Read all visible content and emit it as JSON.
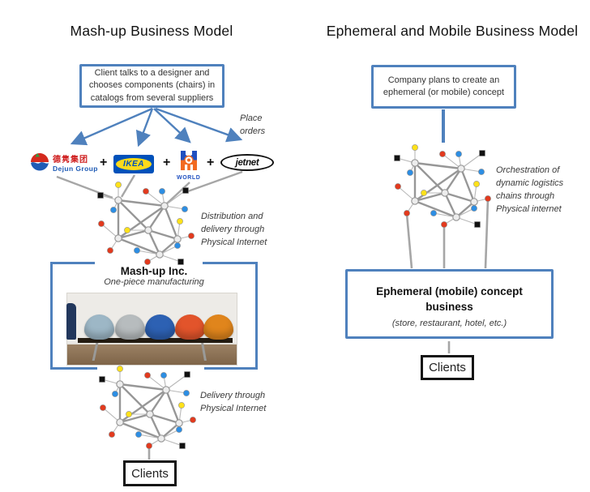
{
  "diagram": {
    "left": {
      "title": "Mash-up Business Model",
      "client_box_text": "Client talks to a designer and chooses components (chairs) in catalogs from several suppliers",
      "place_orders_label": "Place orders",
      "plus_sign": "+",
      "suppliers": {
        "dejun": {
          "chinese_name": "德隽集团",
          "english_name": "Dejun Group"
        },
        "ikea": {
          "name": "IKEA"
        },
        "world": {
          "name": "WORLD"
        },
        "jetnet": {
          "name": "jetnet"
        }
      },
      "distribution_note": "Distribution and delivery through Physical Internet",
      "mashup_inc": {
        "title": "Mash-up Inc.",
        "subtitle": "One-piece manufacturing"
      },
      "delivery_note": "Delivery through Physical Internet",
      "clients_label": "Clients"
    },
    "right": {
      "title": "Ephemeral and Mobile Business Model",
      "company_box_text": "Company plans to create an ephemeral (or mobile) concept",
      "orchestration_note": "Orchestration of dynamic logistics chains through Physical internet",
      "ephemeral_box": {
        "title": "Ephemeral (mobile) concept business",
        "subtitle": "(store, restaurant, hotel, etc.)"
      },
      "clients_label": "Clients"
    },
    "colors": {
      "accent_blue": "#4f81bd",
      "connector_gray": "#a6a6a6",
      "node_red": "#e23a1e",
      "node_blue": "#2d8ee3",
      "node_yellow": "#ffe11a",
      "node_black": "#111111"
    }
  }
}
